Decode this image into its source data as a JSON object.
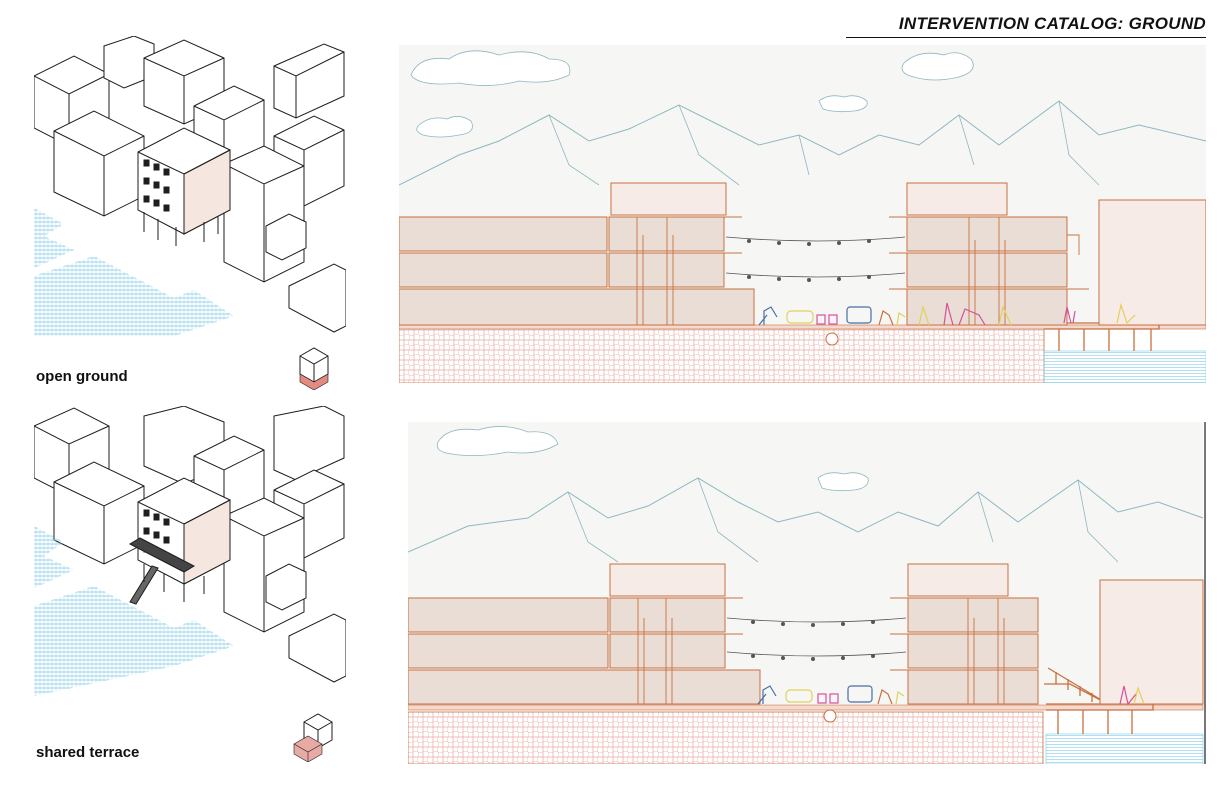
{
  "header": {
    "title": "INTERVENTION CATALOG: GROUND"
  },
  "panels": [
    {
      "label": "open ground"
    },
    {
      "label": "shared terrace"
    }
  ],
  "colors": {
    "line": "#1e1e1e",
    "building_fill": "#e9ddd5",
    "building_stroke": "#c8703e",
    "pink_face": "#f6e6e0",
    "ground_red": "#e48a80",
    "water_blue": "#7fcbe6",
    "sky": "#f6f7f5",
    "mountain": "#8fb6bf",
    "figure_yellow": "#e2d15a",
    "figure_pink": "#d84f9d",
    "figure_blue": "#4a6ea8"
  }
}
